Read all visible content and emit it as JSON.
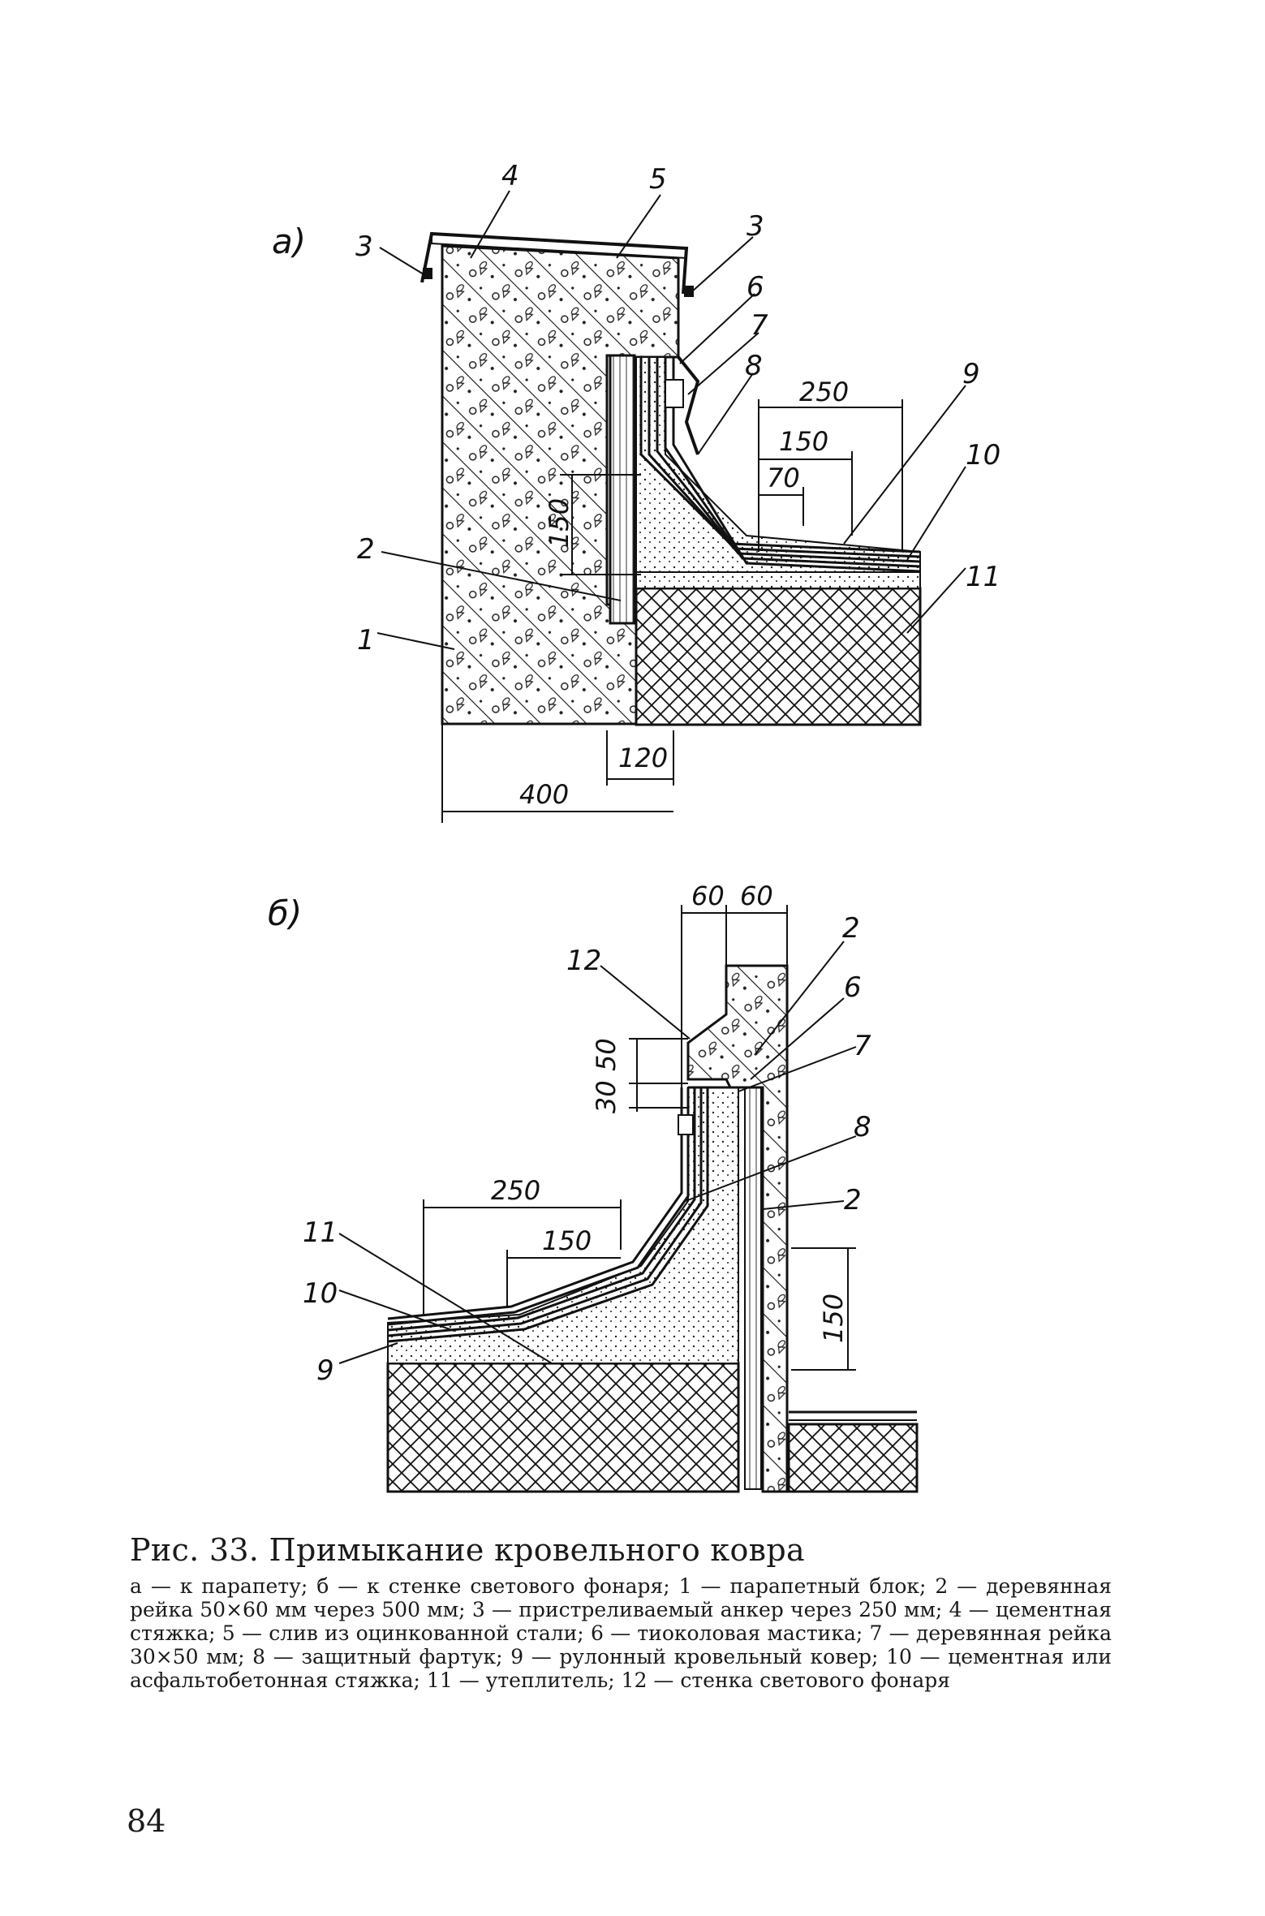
{
  "figure": {
    "panel_a": {
      "label": "а)",
      "callouts": [
        "4",
        "5",
        "3",
        "3",
        "6",
        "7",
        "8",
        "9",
        "10",
        "11",
        "2",
        "1"
      ],
      "dimensions": [
        "250",
        "150",
        "70",
        "150",
        "120",
        "400"
      ]
    },
    "panel_b": {
      "label": "б)",
      "callouts": [
        "12",
        "2",
        "6",
        "7",
        "8",
        "2",
        "11",
        "10",
        "9"
      ],
      "dimensions": [
        "60",
        "60",
        "30",
        "50",
        "250",
        "150",
        "150"
      ]
    }
  },
  "caption": {
    "title": "Рис. 33. Примыкание кровельного ковра",
    "body": "а — к парапету; б — к стенке светового фонаря; 1 — парапетный блок; 2 — деревянная рейка 50×60 мм через 500 мм; 3 — пристреливаемый анкер через 250 мм; 4 — цементная стяжка; 5 — слив из оцинкованной стали; 6 — тиоколовая мастика; 7 — деревянная рейка 30×50 мм; 8 — защитный фартук; 9 — рулонный кровельный ковер; 10 — цементная или асфальтобетонная стяжка; 11 — утеплитель; 12 — стенка светового фонаря"
  },
  "page_number": "84"
}
